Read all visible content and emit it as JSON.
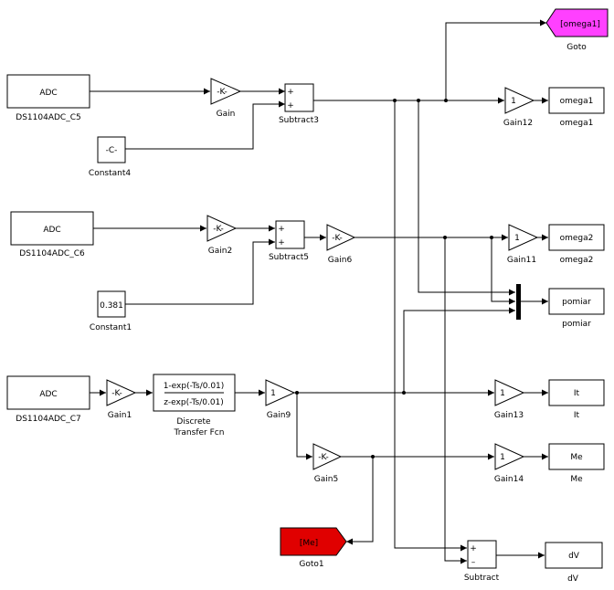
{
  "colors": {
    "goto_magenta": "#ff40ff",
    "goto_red": "#e00000",
    "line": "#000000"
  },
  "blocks": {
    "adc_c5": {
      "content": "ADC",
      "name": "DS1104ADC_C5"
    },
    "adc_c6": {
      "content": "ADC",
      "name": "DS1104ADC_C6"
    },
    "adc_c7": {
      "content": "ADC",
      "name": "DS1104ADC_C7"
    },
    "gain": {
      "content": "-K-",
      "name": "Gain"
    },
    "gain2": {
      "content": "-K-",
      "name": "Gain2"
    },
    "gain1": {
      "content": "-K-",
      "name": "Gain1"
    },
    "gain6": {
      "content": "-K-",
      "name": "Gain6"
    },
    "gain5": {
      "content": "-K-",
      "name": "Gain5"
    },
    "gain9": {
      "content": "1",
      "name": "Gain9"
    },
    "gain12": {
      "content": "1",
      "name": "Gain12"
    },
    "gain11": {
      "content": "1",
      "name": "Gain11"
    },
    "gain13": {
      "content": "1",
      "name": "Gain13"
    },
    "gain14": {
      "content": "1",
      "name": "Gain14"
    },
    "constant4": {
      "content": "-C-",
      "name": "Constant4"
    },
    "constant1": {
      "content": "0.381",
      "name": "Constant1"
    },
    "subtract3": {
      "sign1": "+",
      "sign2": "+",
      "name": "Subtract3"
    },
    "subtract5": {
      "sign1": "+",
      "sign2": "+",
      "name": "Subtract5"
    },
    "subtract": {
      "sign1": "+",
      "sign2": "–",
      "name": "Subtract"
    },
    "dtf": {
      "numerator": "1-exp(-Ts/0.01)",
      "denominator": "z-exp(-Ts/0.01)",
      "name_line1": "Discrete",
      "name_line2": "Transfer Fcn"
    },
    "goto": {
      "tag": "[omega1]",
      "name": "Goto"
    },
    "goto1": {
      "tag": "[Me]",
      "name": "Goto1"
    },
    "out_omega1": {
      "content": "omega1",
      "name": "omega1"
    },
    "out_omega2": {
      "content": "omega2",
      "name": "omega2"
    },
    "out_pomiar": {
      "content": "pomiar",
      "name": "pomiar"
    },
    "out_it": {
      "content": "It",
      "name": "It"
    },
    "out_me": {
      "content": "Me",
      "name": "Me"
    },
    "out_dv": {
      "content": "dV",
      "name": "dV"
    }
  }
}
